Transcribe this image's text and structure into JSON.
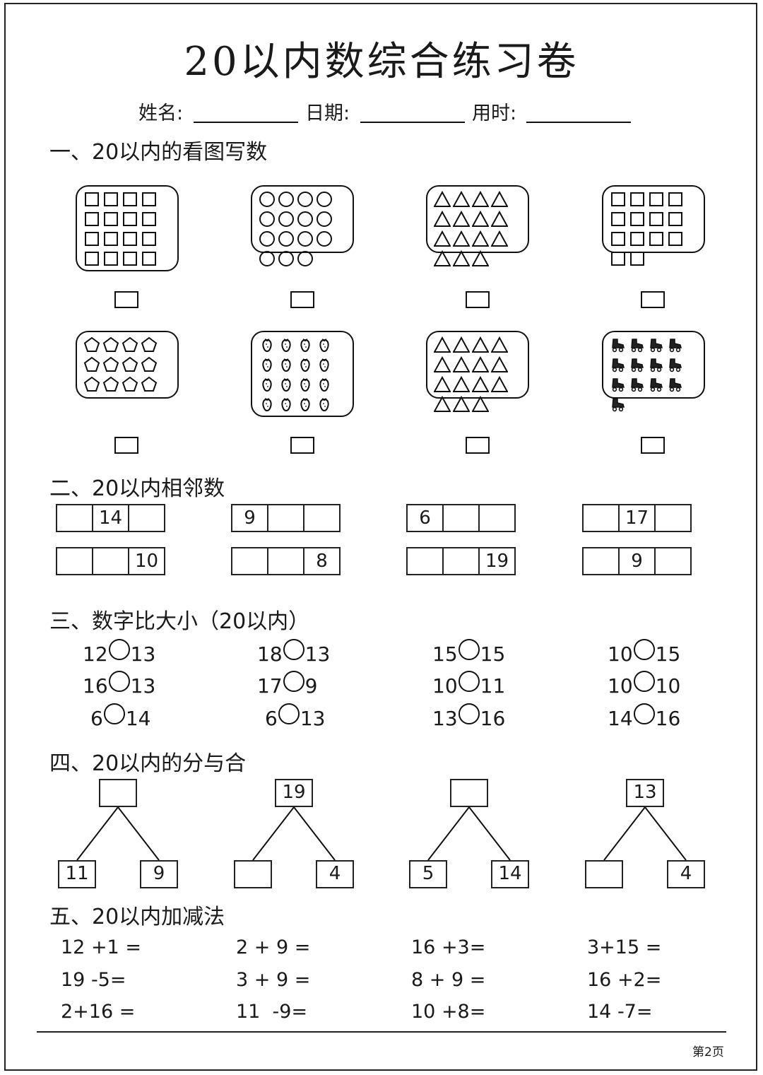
{
  "title": "20以内数综合练习卷",
  "info": {
    "name_label": "姓名:",
    "date_label": "日期:",
    "time_label": "用时:"
  },
  "sections": {
    "s1": "一、20以内的看图写数",
    "s2": "二、20以内相邻数",
    "s3": "三、数字比大小（20以内）",
    "s4": "四、20以内的分与合",
    "s5": "五、20以内加减法"
  },
  "pictures": [
    {
      "shape": "square-icon",
      "count": 16
    },
    {
      "shape": "circle-icon",
      "count": 15
    },
    {
      "shape": "triangle-icon",
      "count": 15
    },
    {
      "shape": "square-icon",
      "count": 14
    },
    {
      "shape": "pentagon-icon",
      "count": 12
    },
    {
      "shape": "strawberry-icon",
      "count": 16
    },
    {
      "shape": "triangle-icon",
      "count": 15
    },
    {
      "shape": "roller-skate-icon",
      "count": 13
    }
  ],
  "neighbors": [
    [
      "",
      "14",
      ""
    ],
    [
      "9",
      "",
      ""
    ],
    [
      "6",
      "",
      ""
    ],
    [
      "",
      "17",
      ""
    ],
    [
      "",
      "",
      "10"
    ],
    [
      "",
      "",
      "8"
    ],
    [
      "",
      "",
      "19"
    ],
    [
      "",
      "9",
      ""
    ]
  ],
  "compare": [
    [
      "12",
      "13"
    ],
    [
      "18",
      "13"
    ],
    [
      "15",
      "15"
    ],
    [
      "10",
      "15"
    ],
    [
      "16",
      "13"
    ],
    [
      "17",
      "9"
    ],
    [
      "10",
      "11"
    ],
    [
      "10",
      "10"
    ],
    [
      "6",
      "14"
    ],
    [
      "6",
      "13"
    ],
    [
      "13",
      "16"
    ],
    [
      "14",
      "16"
    ]
  ],
  "bonds": [
    {
      "top": "",
      "left": "11",
      "right": "9"
    },
    {
      "top": "19",
      "left": "",
      "right": "4"
    },
    {
      "top": "",
      "left": "5",
      "right": "14"
    },
    {
      "top": "13",
      "left": "",
      "right": "4"
    }
  ],
  "equations": [
    "12 +1 =",
    "2 + 9 =",
    "16 +3=",
    "3+15 =",
    "19 -5=",
    "3 + 9 =",
    "8 + 9 =",
    "16 +2=",
    "2+16 =",
    "11  -9=",
    "10 +8=",
    "14 -7="
  ],
  "page_number": "第2页"
}
